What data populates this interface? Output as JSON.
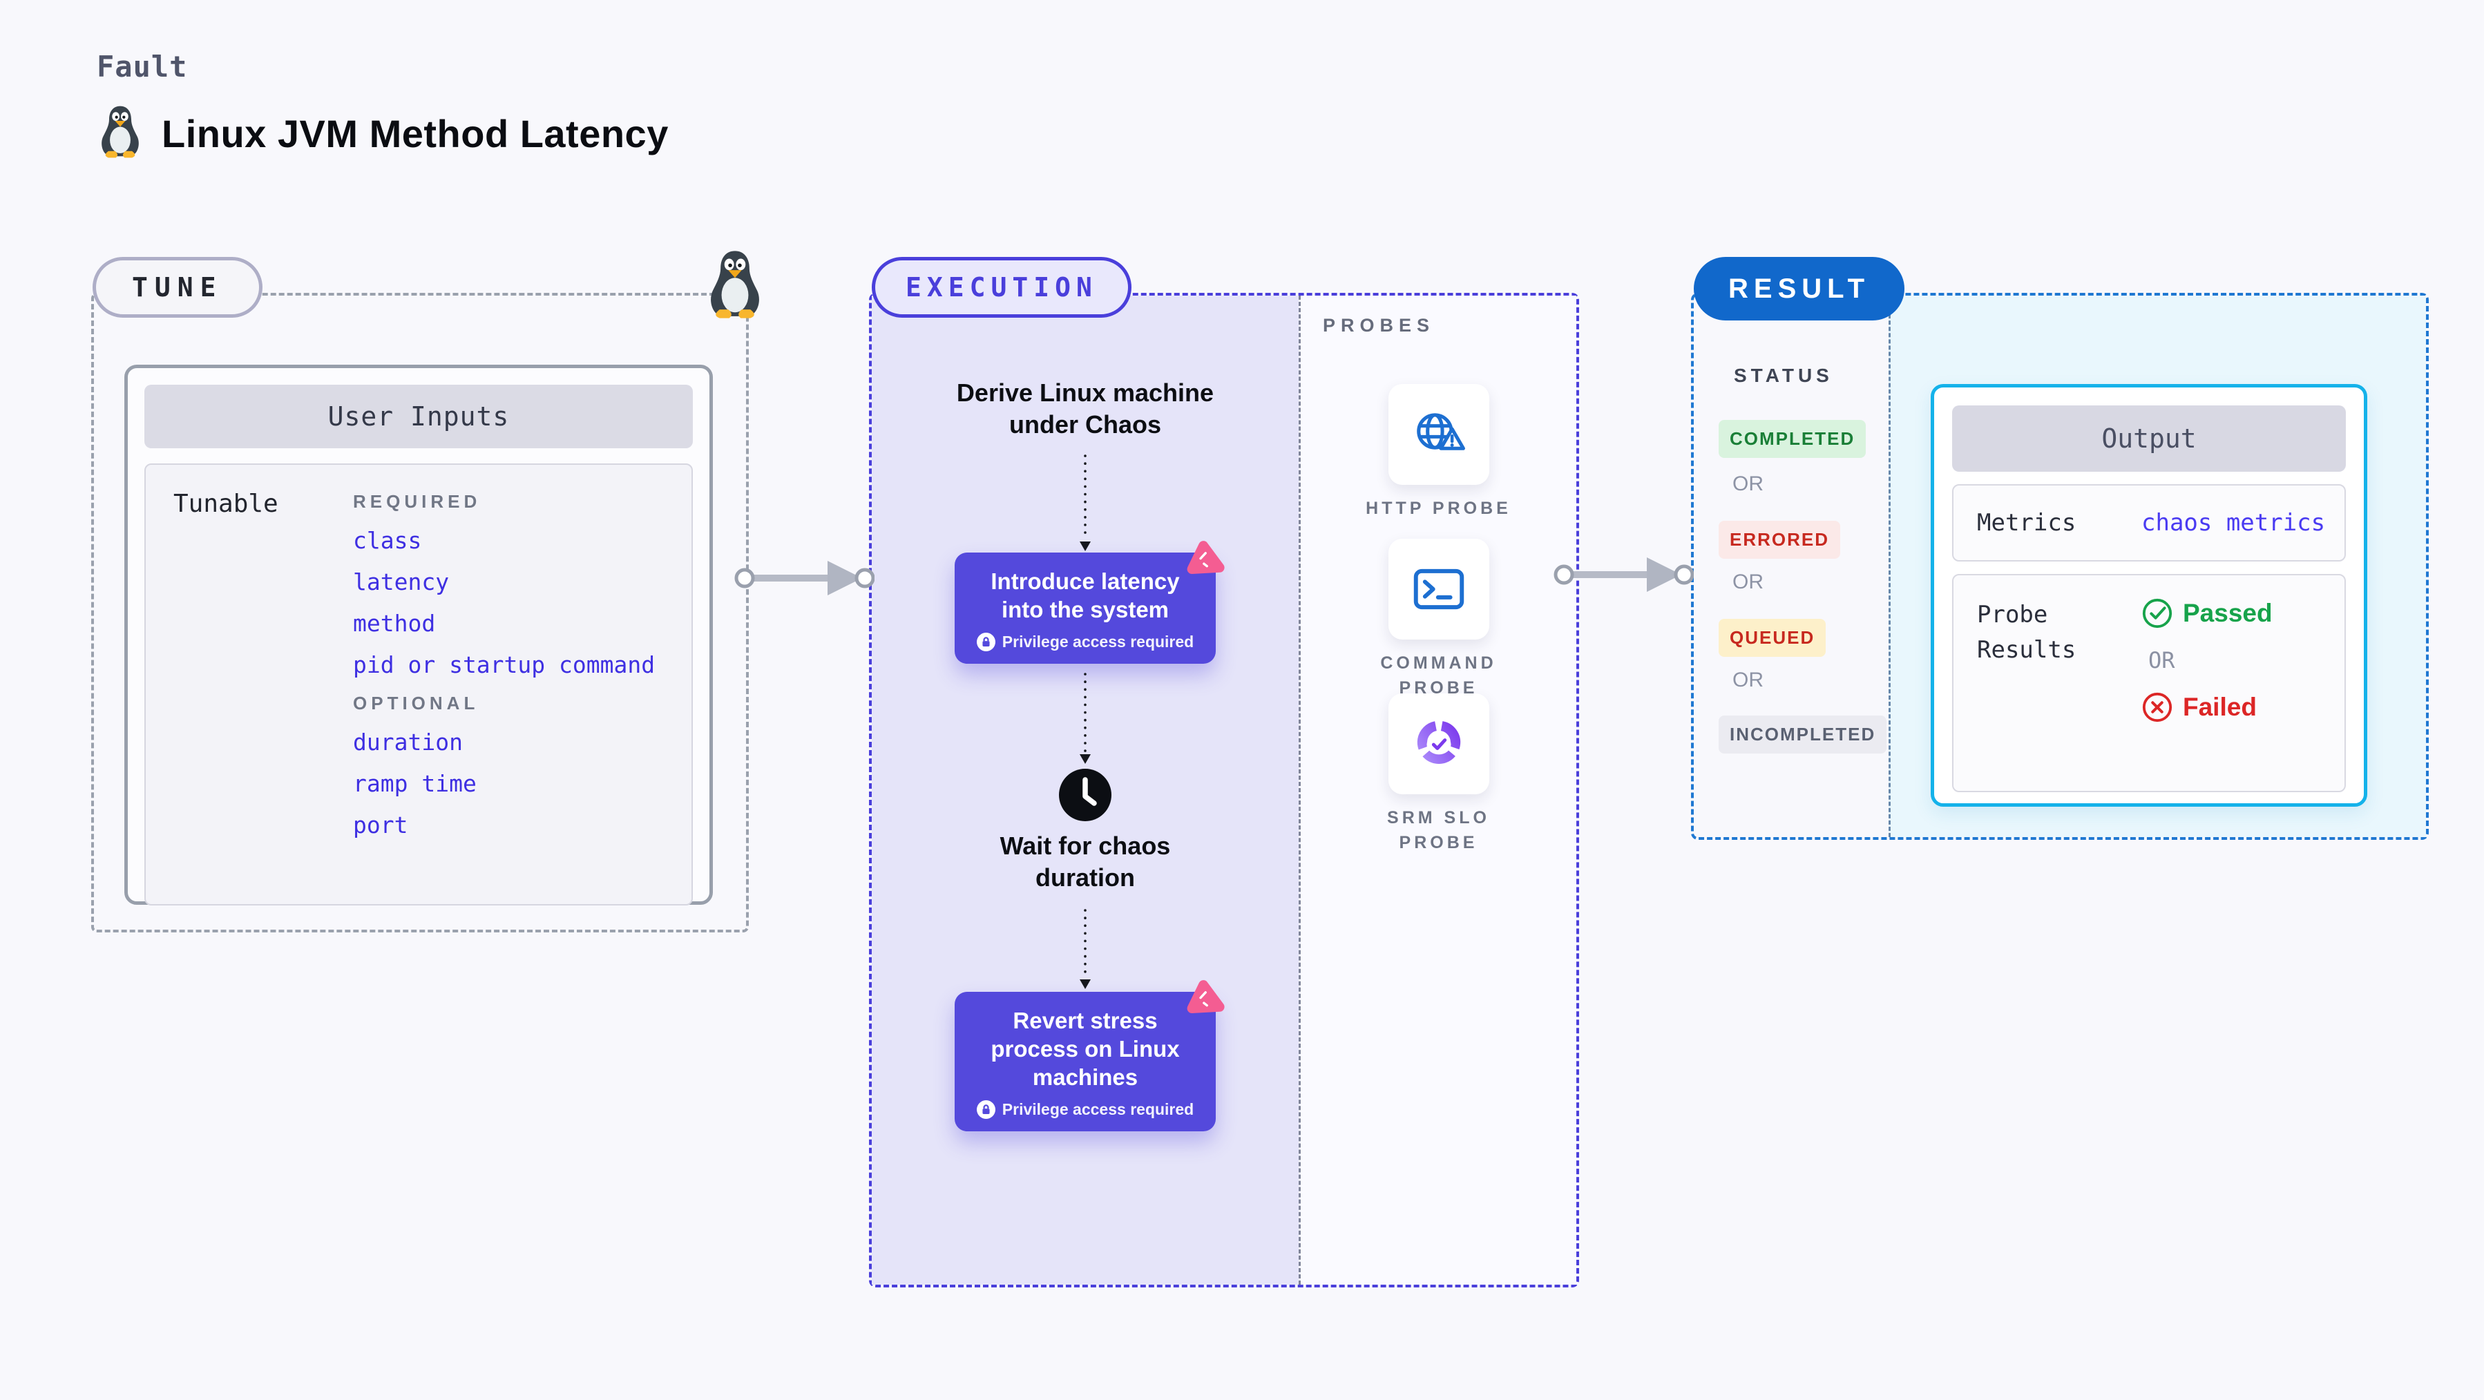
{
  "page": {
    "kicker": "Fault",
    "title": "Linux JVM Method Latency"
  },
  "accents": {
    "indigo": "#4a3fdb",
    "lavender_bg": "#e5e4f9",
    "purple_card": "#5449dc",
    "pink_badge": "#f45d92",
    "result_blue": "#1168cb",
    "output_border": "#14b2ea",
    "output_bg": "#e9f7fd",
    "tunable_blue": "#3e2fe2",
    "metrics_blue": "#4a3bf2",
    "passed_green": "#17a34b",
    "failed_red": "#dc2626",
    "probe_icon_blue": "#1d6fd1",
    "slo_purple": "#7c3aed",
    "tune_border_gray": "#9aa1ad"
  },
  "icons": [
    "tux-icon",
    "lock-icon",
    "clock-icon",
    "globe-warning-icon",
    "terminal-icon",
    "slo-donut-icon",
    "check-circle-icon",
    "x-circle-icon",
    "chaos-knot-icon",
    "arrow-connector"
  ],
  "tune": {
    "pill": "TUNE",
    "card_title": "User Inputs",
    "row_label": "Tunable",
    "required_label": "REQUIRED",
    "optional_label": "OPTIONAL",
    "required": [
      "class",
      "latency",
      "method",
      "pid or startup command"
    ],
    "optional": [
      "duration",
      "ramp time",
      "port"
    ]
  },
  "execution": {
    "pill": "EXECUTION",
    "steps": {
      "derive": "Derive Linux machine under Chaos",
      "introduce": "Introduce latency into the system",
      "wait": "Wait for chaos duration",
      "revert": "Revert stress process on Linux machines",
      "privilege_note": "Privilege access required"
    },
    "probes_label": "PROBES",
    "probe_items": [
      {
        "label": "HTTP PROBE",
        "icon": "globe-warning-icon"
      },
      {
        "label": "COMMAND PROBE",
        "icon": "terminal-icon"
      },
      {
        "label": "SRM SLO PROBE",
        "icon": "slo-donut-icon"
      }
    ]
  },
  "result": {
    "pill": "RESULT",
    "status_label": "STATUS",
    "or_label": "OR",
    "statuses": [
      {
        "label": "COMPLETED",
        "fg": "#1a7f37",
        "bg": "#d9f3de"
      },
      {
        "label": "ERRORED",
        "fg": "#c7291f",
        "bg": "#fbe9e8"
      },
      {
        "label": "QUEUED",
        "fg": "#c7291f",
        "bg": "#fdf0ca"
      },
      {
        "label": "INCOMPLETED",
        "fg": "#5a6172",
        "bg": "#ebebf1"
      }
    ],
    "output": {
      "title": "Output",
      "metrics_label": "Metrics",
      "metrics_value": "chaos metrics",
      "probe_results_label": "Probe Results",
      "passed": "Passed",
      "or_label": "OR",
      "failed": "Failed"
    }
  }
}
